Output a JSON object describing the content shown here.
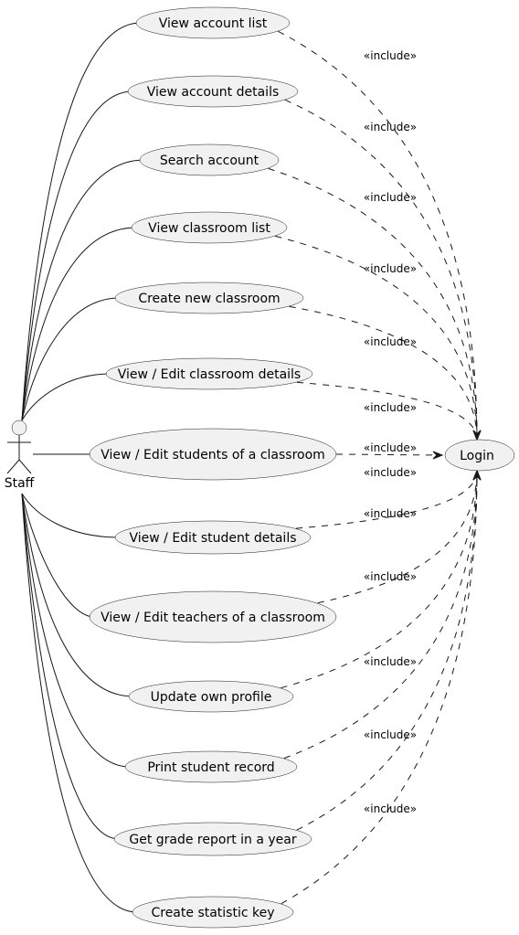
{
  "actor": {
    "label": "Staff"
  },
  "target": {
    "label": "Login"
  },
  "use_cases": [
    {
      "label": "View account list",
      "relation": "«include»"
    },
    {
      "label": "View account details",
      "relation": "«include»"
    },
    {
      "label": "Search account",
      "relation": "«include»"
    },
    {
      "label": "View classroom list",
      "relation": "«include»"
    },
    {
      "label": "Create new classroom",
      "relation": "«include»"
    },
    {
      "label": "View / Edit classroom details",
      "relation": "«include»"
    },
    {
      "label": "View / Edit students of a classroom",
      "relation": "«include»"
    },
    {
      "label": "View / Edit student details",
      "relation": "«include»"
    },
    {
      "label": "View / Edit teachers of a classroom",
      "relation": "«include»"
    },
    {
      "label": "Update own profile",
      "relation": "«include»"
    },
    {
      "label": "Print student record",
      "relation": "«include»"
    },
    {
      "label": "Get grade report in a year",
      "relation": "«include»"
    },
    {
      "label": "Create statistic key",
      "relation": "«include»"
    }
  ]
}
